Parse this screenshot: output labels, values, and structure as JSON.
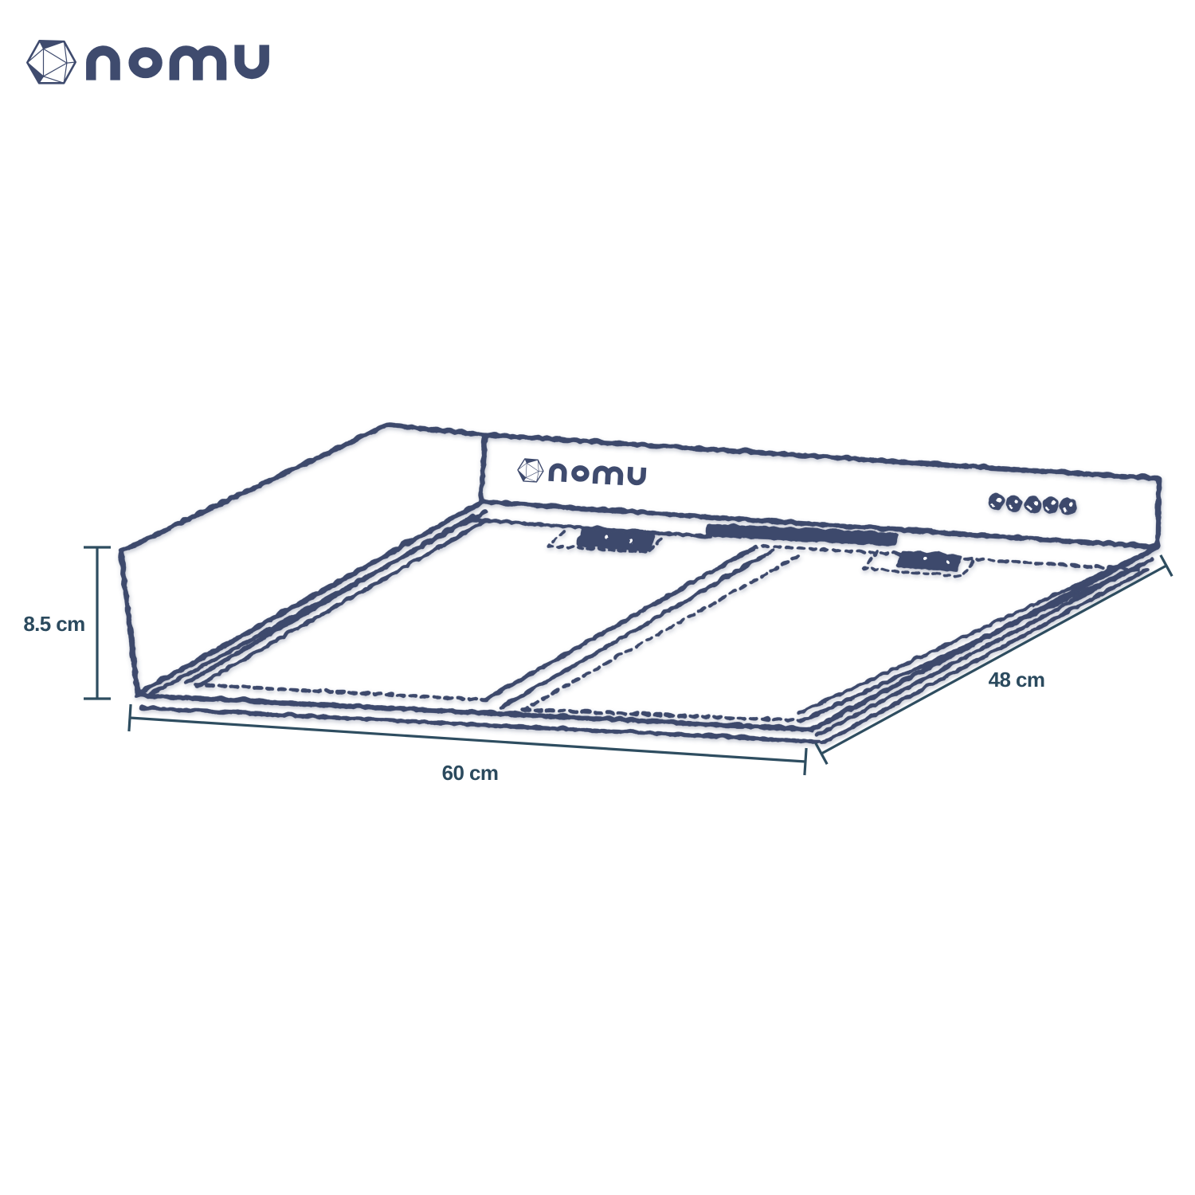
{
  "page": {
    "title": "nomu cooker hood dimension diagram",
    "background": "#ffffff"
  },
  "brand": {
    "name": "nomu",
    "icon": "hexagon-polyhedron-icon"
  },
  "illustration": {
    "description": "hand-sketched under-cabinet cooker hood, seen from below-front-left",
    "front_panel": {
      "logo_text": "nomu",
      "button_count": 5,
      "button_icon": "round-knob-icon"
    },
    "underside": {
      "filter_panels": 2,
      "filter_handles": 2,
      "vent_slot": 1
    }
  },
  "dimensions": {
    "height": {
      "label": "8.5 cm"
    },
    "width": {
      "label": "60 cm"
    },
    "depth": {
      "label": "48 cm"
    }
  },
  "colors": {
    "sketch_line": "#3e4a6c",
    "dimension_line": "#2e4d60",
    "label_text": "#2b4a5e",
    "logo": "#3f4b6e",
    "background": "#ffffff"
  }
}
